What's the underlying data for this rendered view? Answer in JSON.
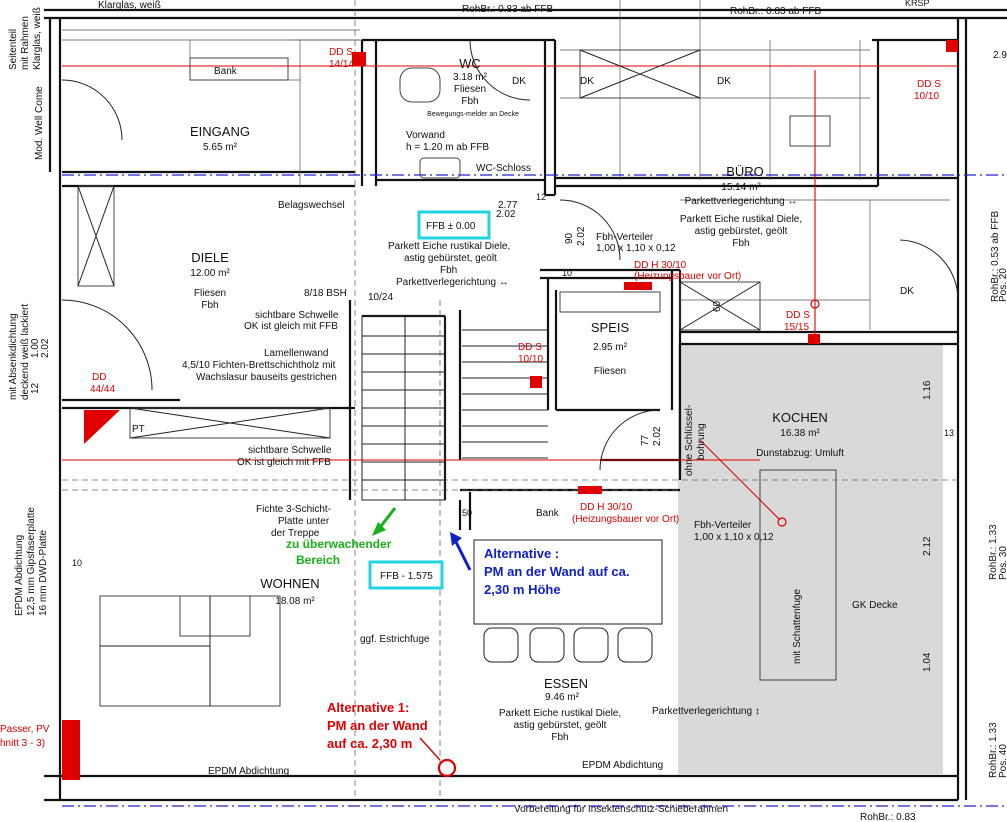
{
  "rooms": {
    "eingang": {
      "name": "EINGANG",
      "area": "5.65 m²"
    },
    "wc": {
      "name": "WC",
      "area": "3.18 m²",
      "floor": "Fliesen",
      "heat": "Fbh",
      "note": "Bewegungs-melder an Decke"
    },
    "buero": {
      "name": "BÜRO",
      "area": "15.14 m²",
      "dir": "Parkettverlegerichtung ↔",
      "floor1": "Parkett Eiche rustikal Diele,",
      "floor2": "astig gebürstet, geölt",
      "heat": "Fbh"
    },
    "diele": {
      "name": "DIELE",
      "area": "12.00 m²",
      "floor": "Fliesen",
      "heat": "Fbh"
    },
    "speis": {
      "name": "SPEIS",
      "area": "2.95 m²",
      "floor": "Fliesen"
    },
    "kochen": {
      "name": "KOCHEN",
      "area": "16.38 m²",
      "extract": "Dunstabzug: Umluft"
    },
    "wohnen": {
      "name": "WOHNEN",
      "area": "18.08 m²"
    },
    "essen": {
      "name": "ESSEN",
      "area": "9.46 m²",
      "floor1": "Parkett Eiche rustikal Diele,",
      "floor2": "astig gebürstet, geölt",
      "heat": "Fbh"
    }
  },
  "labels": {
    "rohbr_top1": "RohBr.: 0.83 ab FFB",
    "rohbr_top2": "RohBr.: 0.83 ab FFB",
    "klarglas": "Klarglas, weiß",
    "seitenteil1": "Seitenteil",
    "seitenteil2": "mit Rahmen",
    "seitenteil3": "Klarglas, weiß",
    "modwell": "Mod. Well Come",
    "bank_top": "Bank",
    "dds_wc1": "DD S",
    "dds_wc2": "14/14",
    "dk1": "DK",
    "dk2": "DK",
    "dk3": "DK",
    "dds_b1": "DD S",
    "dds_b2": "10/10",
    "vorwand1": "Vorwand",
    "vorwand2": "h = 1.20 m ab FFB",
    "wcschloss": "WC-Schloss",
    "belag": "Belagswechsel",
    "ffb0": "FFB ± 0.00",
    "parkett_c1": "Parkett Eiche rustikal Diele,",
    "parkett_c2": "astig gebürstet, geölt",
    "parkett_c3": "Fbh",
    "parkett_c4": "Parkettverlegerichtung ↔",
    "fbh_vt1": "Fbh-Verteiler",
    "fbh_vt1b": "1,00 x 1,10 x 0,12",
    "ddh_top1": "DD H 30/10",
    "ddh_top2": "(Heizungsbauer vor Ort)",
    "dim_277": "2.77",
    "dim_202a": "2.02",
    "dim_90": "90",
    "dim_202b": "2.02",
    "dim_12": "12",
    "dim_10": "10",
    "dim_60": "60",
    "dim_100": "1.00",
    "dim_202c": "2.02",
    "dim_12b": "12",
    "dim_77": "77",
    "dim_202d": "2.02",
    "dim_50": "50",
    "dim_13": "13",
    "dim_116": "1.16",
    "dim_212": "2.12",
    "dim_104": "1.04",
    "dim_10b": "10",
    "dds_r1": "DD S",
    "dds_r2": "15/15",
    "dk4": "DK",
    "rohbr_r1": "RohBr.: 0.53 ab FFB",
    "rohbr_r2": "Pos. 20",
    "rohbr_r3": "RohBr.: 1.33",
    "rohbr_r4": "Pos. 30",
    "rohbr_r5": "RohBr.: 1.33",
    "rohbr_r6": "Pos. 40",
    "bsh1": "8/18 BSH",
    "bsh2": "10/24",
    "schwelle1a": "sichtbare Schwelle",
    "schwelle1b": "OK ist gleich mit FFB",
    "lamellen1": "Lamellenwand",
    "lamellen2": "4,5/10 Fichten-Brettschichtholz mit",
    "lamellen3": "Wachslasur bauseits gestrichen",
    "dds_st1": "DD S",
    "dds_st2": "10/10",
    "schwelle2a": "sichtbare Schwelle",
    "schwelle2b": "OK ist gleich mit FFB",
    "fichte1": "Fichte 3-Schicht-",
    "fichte2": "Platte unter",
    "fichte3": "der Treppe",
    "green1": "zu überwachender",
    "green2": "Bereich",
    "ffb1575": "FFB - 1.575",
    "estrich": "ggf. Estrichfuge",
    "alt_blue1": "Alternative :",
    "alt_blue2": "PM an der Wand auf ca.",
    "alt_blue3": "2,30 m Höhe",
    "alt_red1": "Alternative 1:",
    "alt_red2": "PM an der Wand",
    "alt_red3": "auf ca. 2,30 m",
    "bank_bottom": "Bank",
    "ddh_bot1": "DD H 30/10",
    "ddh_bot2": "(Heizungsbauer vor Ort)",
    "fbh_vt2": "Fbh-Verteiler",
    "fbh_vt2b": "1,00 x 1,10 x 0,12",
    "schluessel1": "ohne Schlüssel-",
    "schluessel2": "bohrung",
    "schattenfuge": "mit Schattenfuge",
    "gkdecke": "GK Decke",
    "parkett_e_dir": "Parkettverlegerichtung ↕",
    "epdm1": "EPDM Abdichtung",
    "epdm2": "EPDM Abdichtung",
    "vorbereitung": "Vorbereitung für Insektenschutz-Schieberahmen",
    "rohbr_bot": "RohBr.: 0.83",
    "pt": "PT",
    "dd_l1": "DD",
    "dd_l2": "44/44",
    "left_absenk1": "mit Absenkdichtung",
    "left_absenk2": "deckend weiß lackiert",
    "left_epdm1": "EPDM Abdichtung",
    "left_epdm2": "12,5 mm Gipsfaserplatte",
    "left_epdm3": "16 mm  DWD-Platte",
    "left_pv1": "Passer, PV",
    "left_pv2": "hnitt 3 - 3)",
    "krsp": "KRSP",
    "edge29": "2.9"
  },
  "colors": {
    "red": "#e00000",
    "blue": "#1020c8",
    "green": "#17b217",
    "cyan": "#22d3e0",
    "kitchen": "#d9d9d9"
  }
}
